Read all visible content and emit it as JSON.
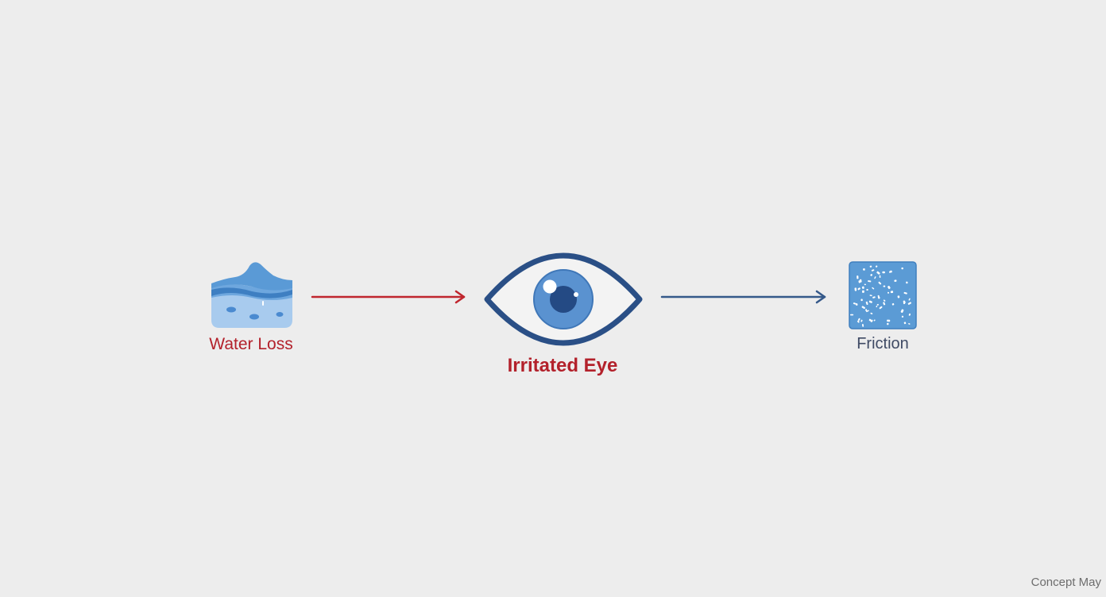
{
  "nodes": {
    "water_loss": {
      "label": "Water Loss",
      "icon": "water-layers-icon"
    },
    "irritated_eye": {
      "label": "Irritated Eye",
      "icon": "eye-icon"
    },
    "friction": {
      "label": "Friction",
      "icon": "rough-texture-icon"
    }
  },
  "connectors": [
    {
      "from": "water_loss",
      "to": "irritated_eye",
      "color": "#c0262e"
    },
    {
      "from": "irritated_eye",
      "to": "friction",
      "color": "#35598a"
    }
  ],
  "watermark": "Concept May",
  "colors": {
    "background": "#ededed",
    "accent_red": "#b3212b",
    "eye_outline": "#2a4f86",
    "water_blue": "#5a9ad6",
    "friction_blue": "#5b9bd5",
    "label_dark": "#3f4a64"
  }
}
